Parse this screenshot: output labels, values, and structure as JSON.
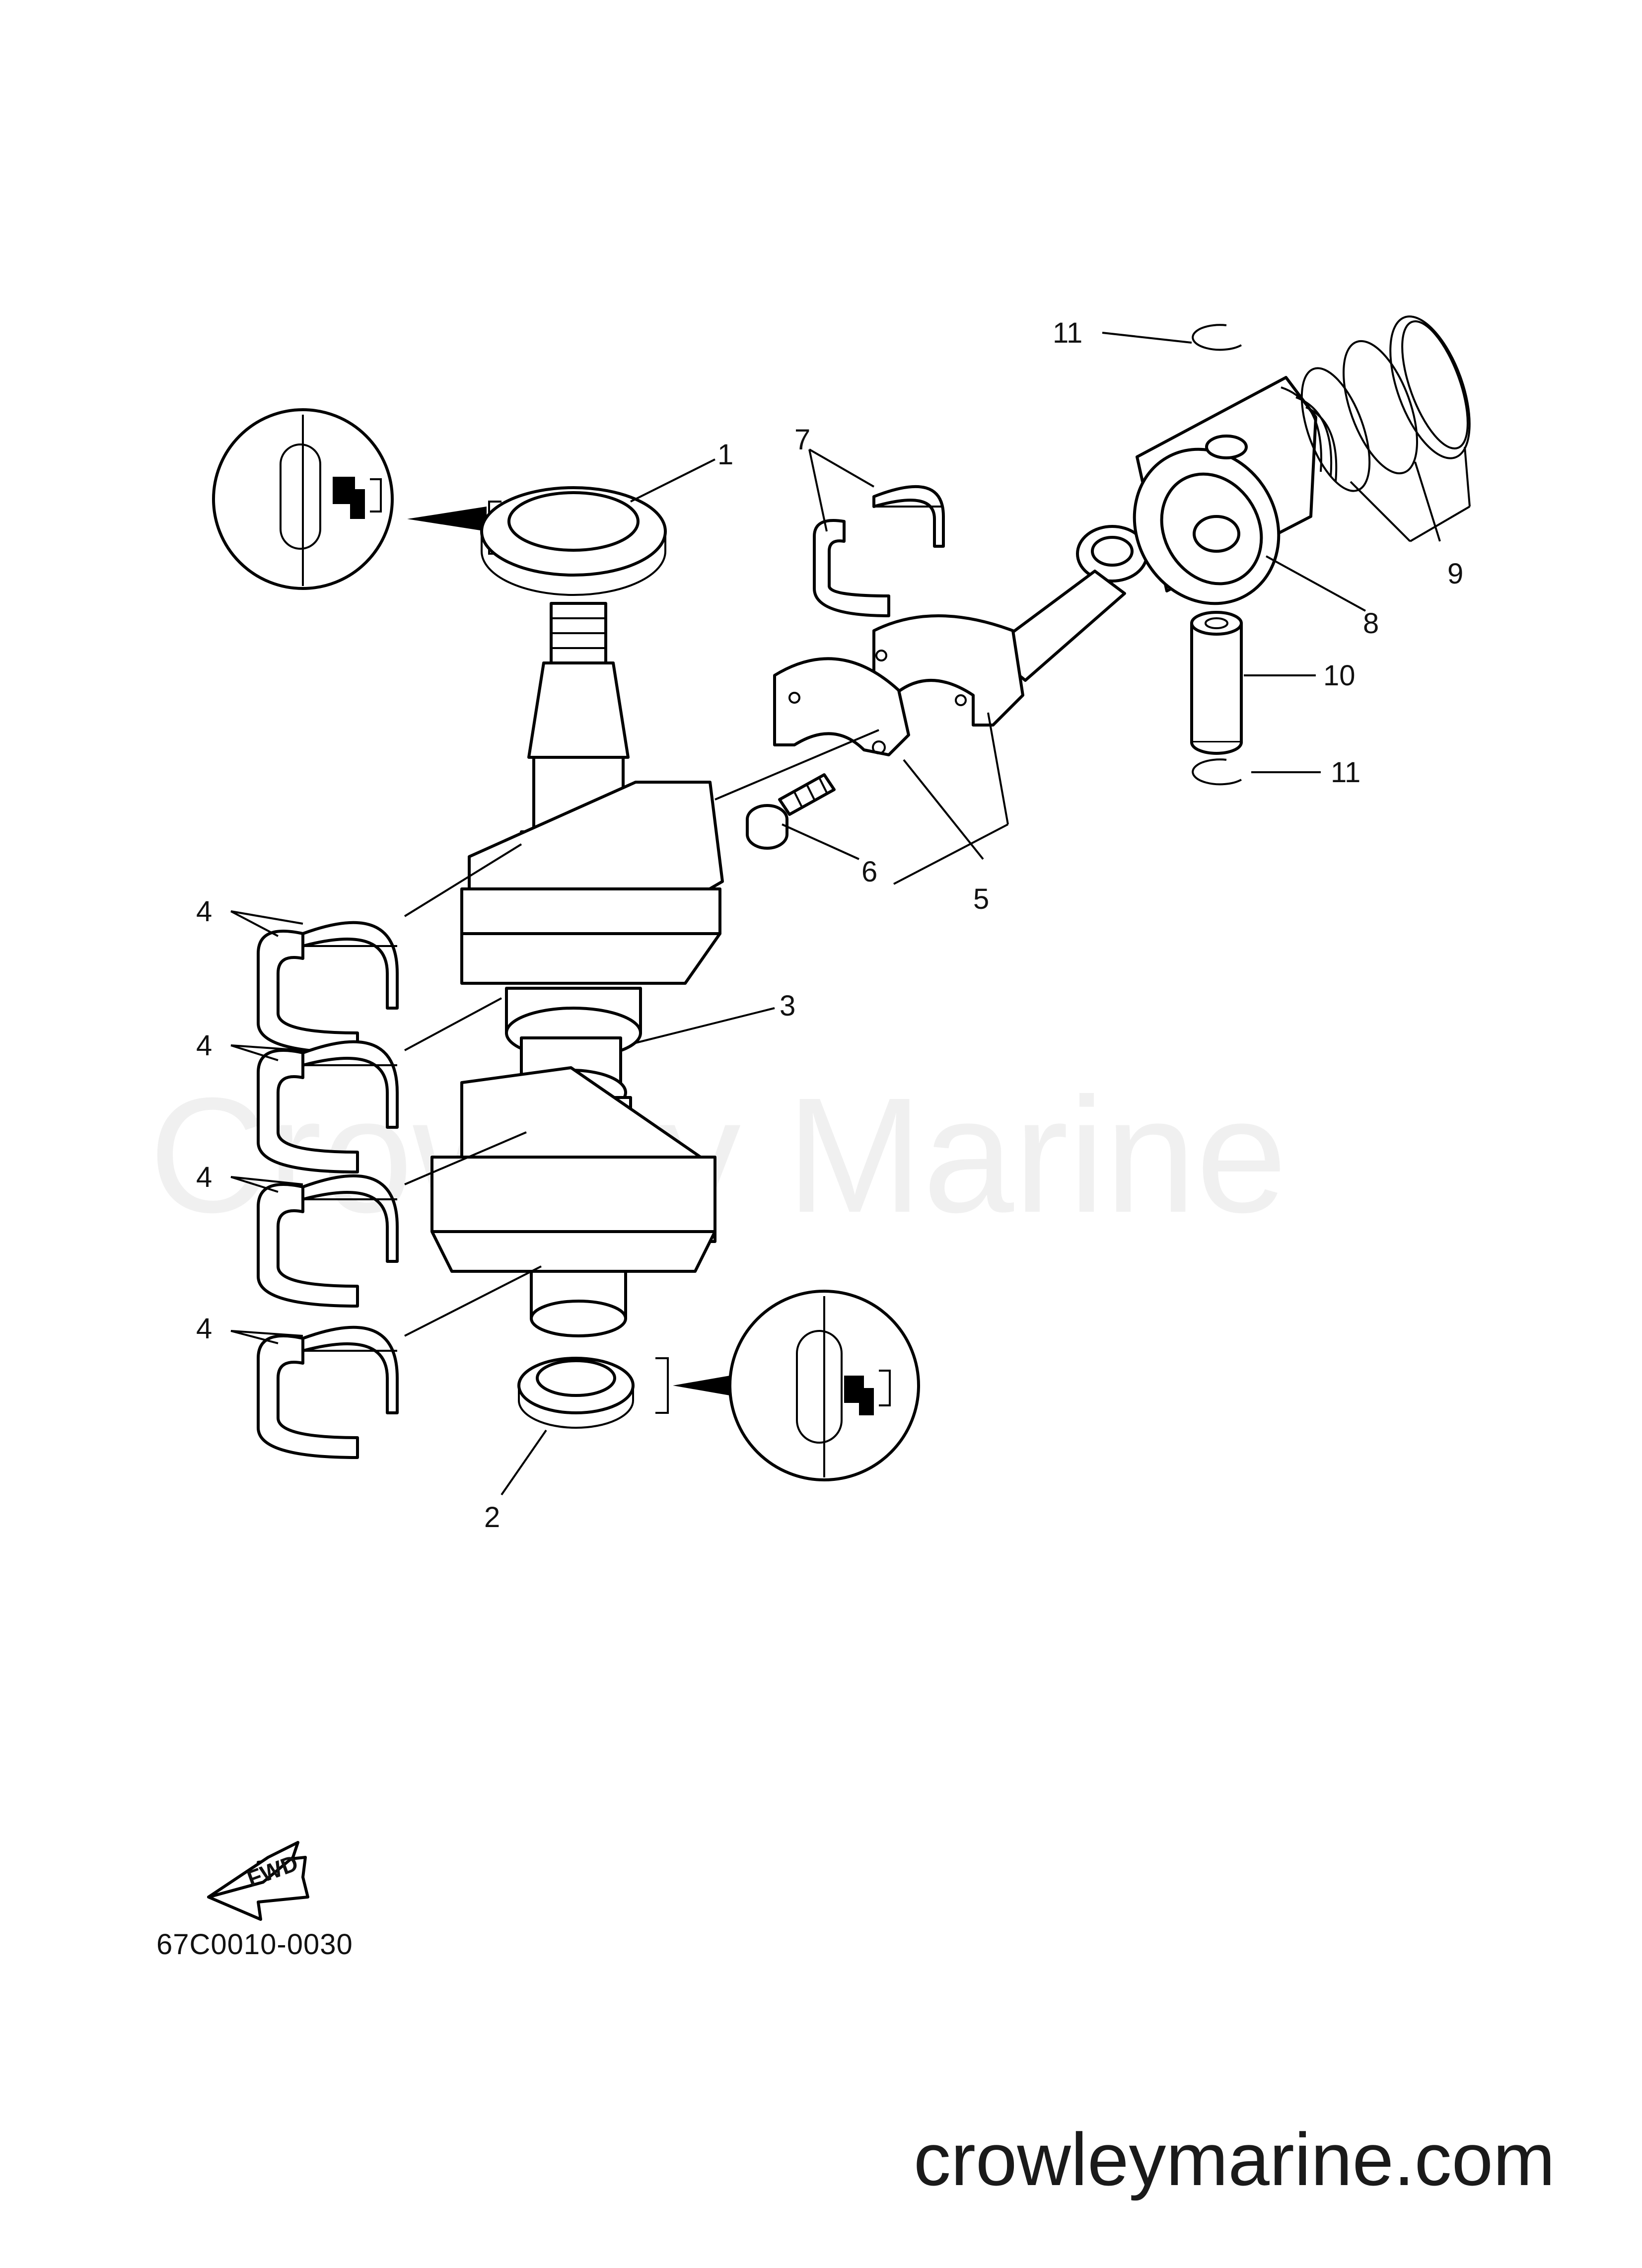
{
  "diagram": {
    "watermark_text": "Crowley Marine",
    "drawing_code": "67C0010-0030",
    "site_url": "crowleymarine.com",
    "fwd_label": "FWD",
    "callouts": {
      "c1": "1",
      "c2": "2",
      "c3": "3",
      "c4a": "4",
      "c4b": "4",
      "c4c": "4",
      "c4d": "4",
      "c5": "5",
      "c6": "6",
      "c7": "7",
      "c8": "8",
      "c9": "9",
      "c10": "10",
      "c11a": "11",
      "c11b": "11"
    }
  }
}
